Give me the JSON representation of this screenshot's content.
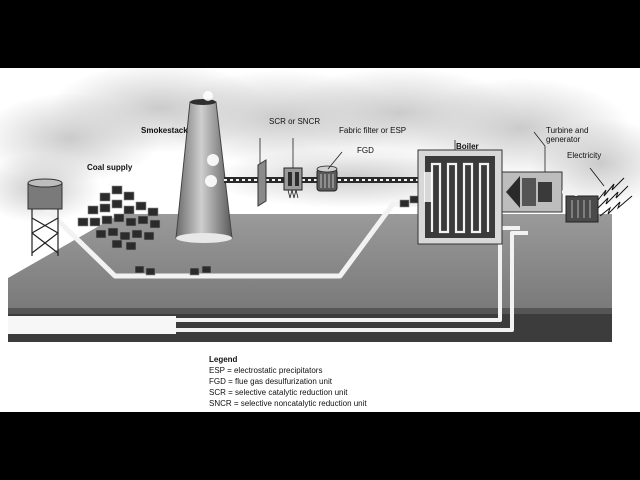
{
  "labels": {
    "coal_supply": "Coal supply",
    "smokestack": "Smokestack",
    "scr_sncr": "SCR or SNCR",
    "fabric_filter_esp": "Fabric filter or ESP",
    "fgd": "FGD",
    "boiler": "Boiler",
    "turbine_generator": "Turbine and generator",
    "electricity": "Electricity"
  },
  "legend": {
    "title": "Legend",
    "items": [
      "ESP = electrostatic precipitators",
      "FGD = flue gas desulfurization unit",
      "SCR = selective catalytic reduction unit",
      "SNCR = selective noncatalytic reduction unit"
    ]
  },
  "colors": {
    "letterbox": "#000000",
    "panel": "#ffffff",
    "ground_top": "#8a8a8a",
    "ground_front": "#3c3c3c",
    "pipes": "#f2f2f2",
    "smoke": "#cfcfcf"
  }
}
